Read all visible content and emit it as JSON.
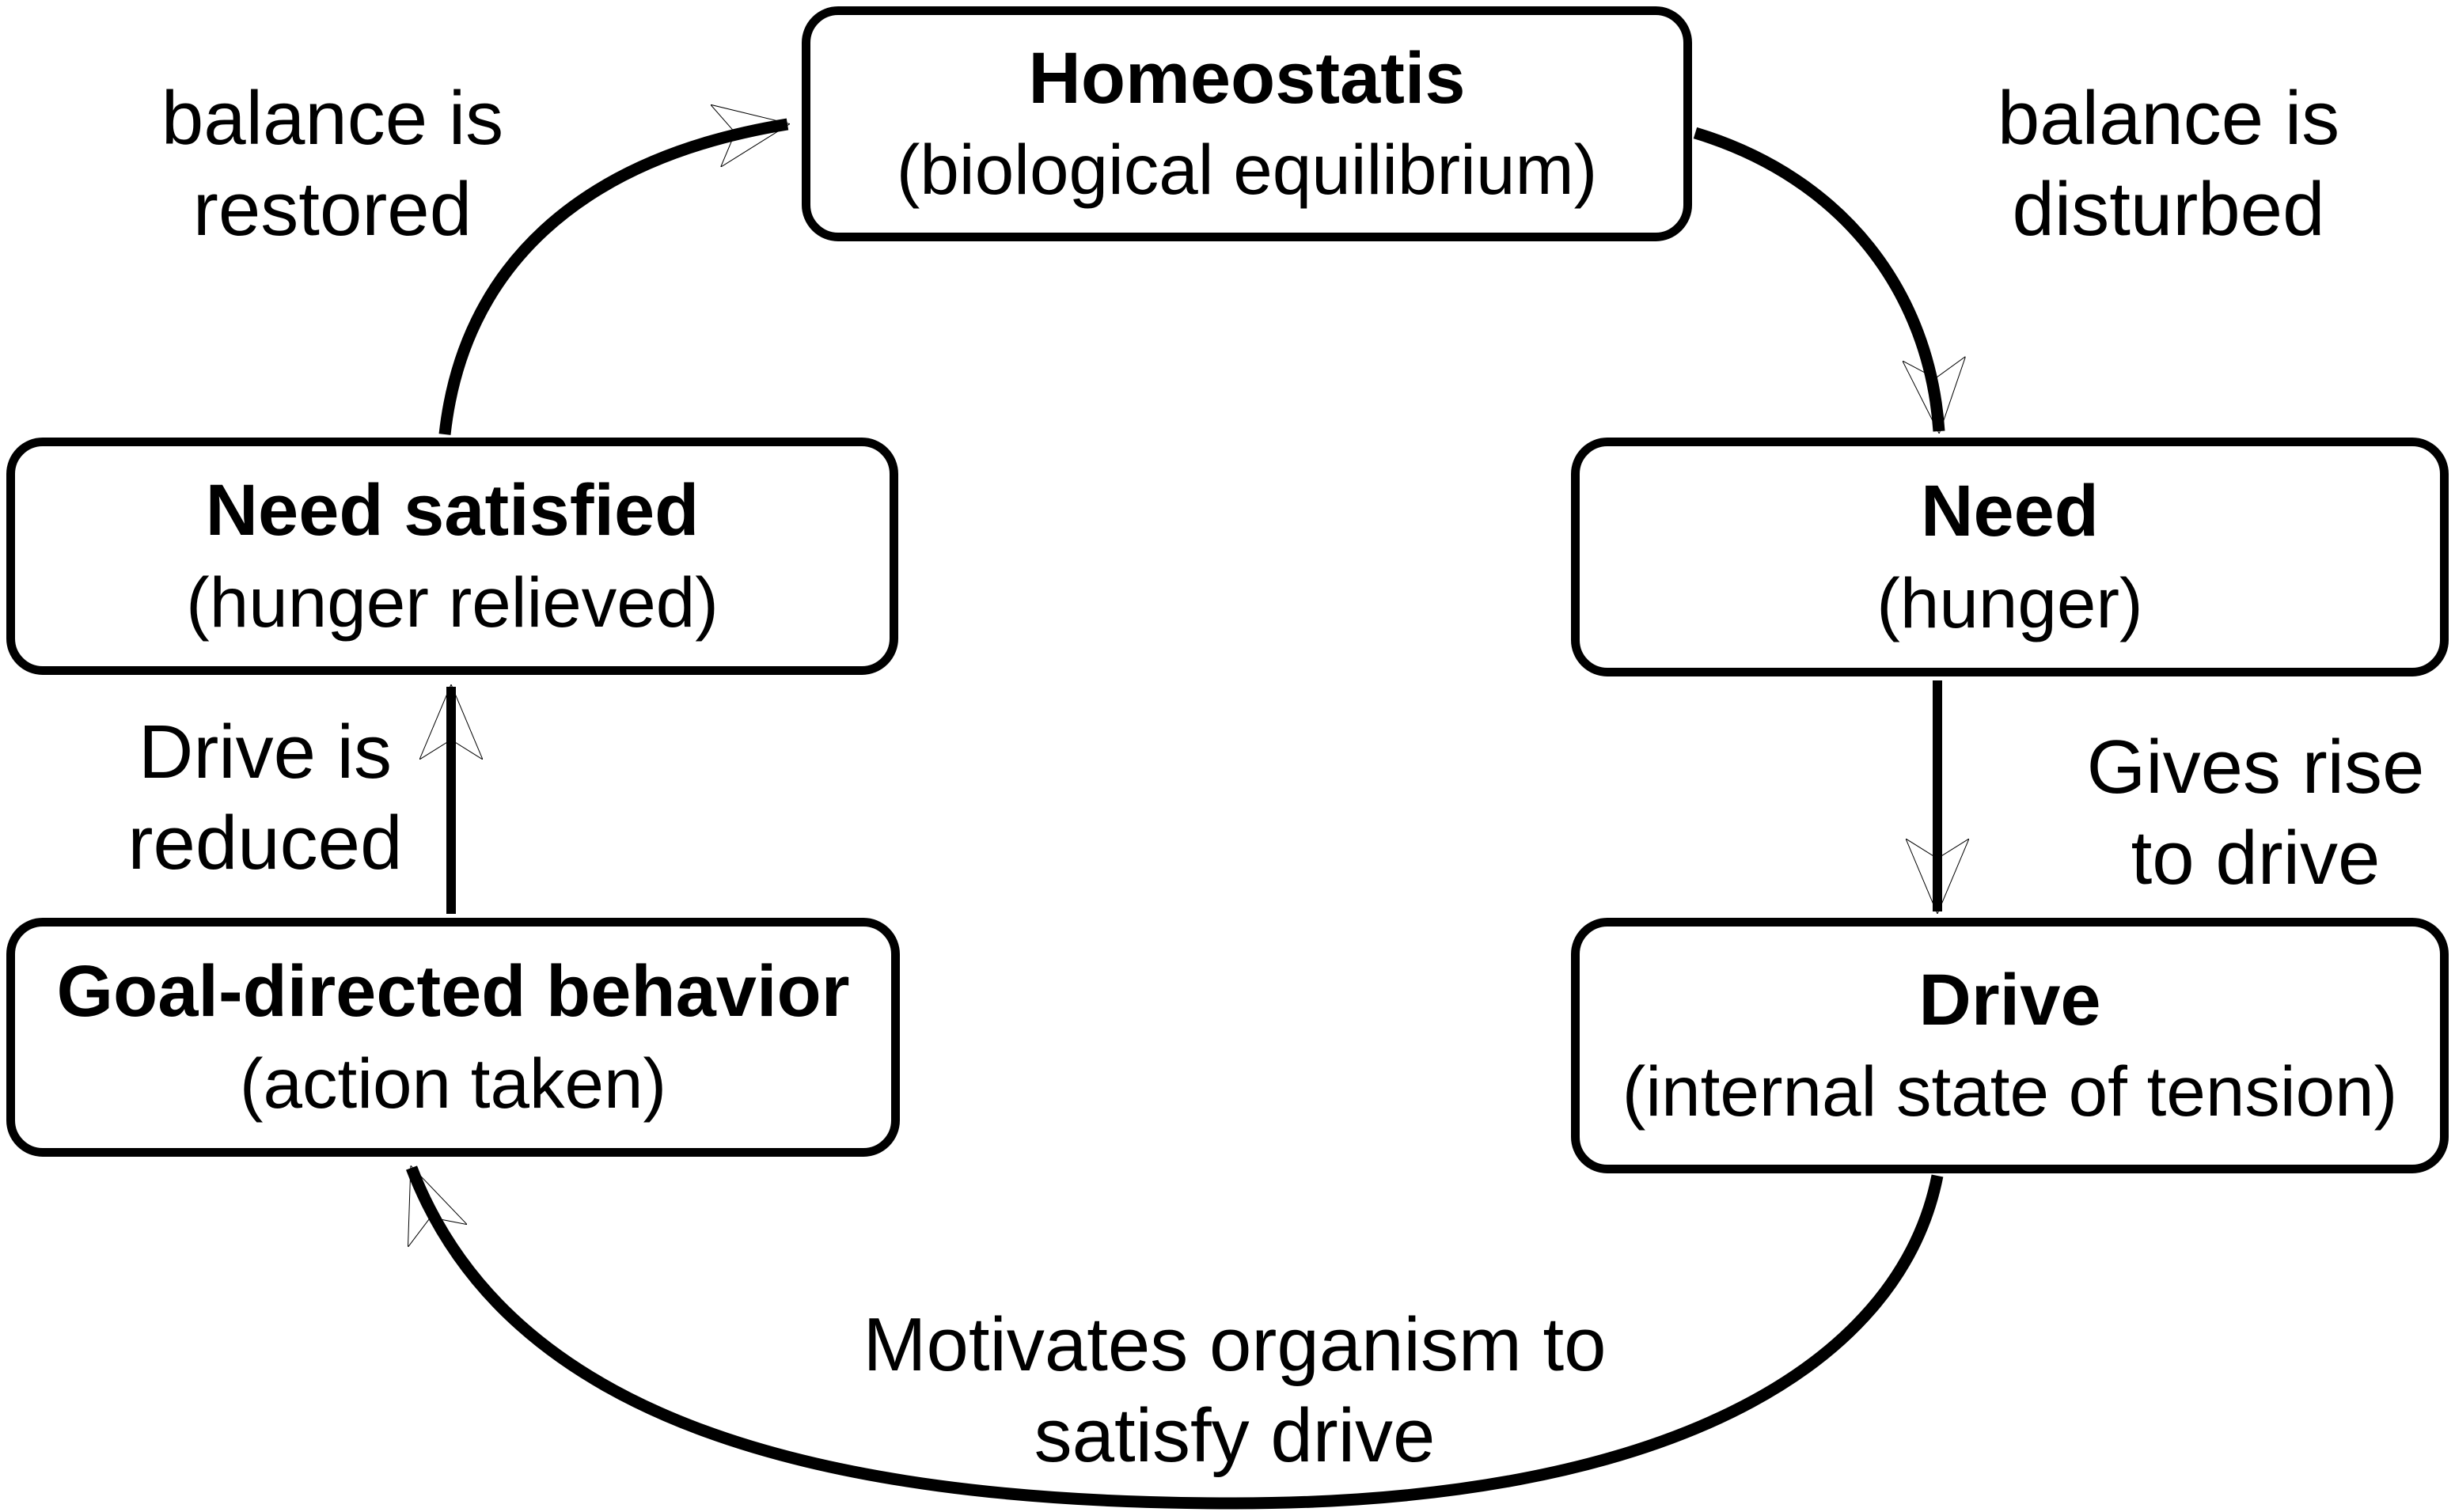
{
  "diagram": {
    "background_color": "#ffffff",
    "line_color": "#000000",
    "nodes": {
      "homeostasis": {
        "title": "Homeostatis",
        "subtitle": "(biological equilibrium)"
      },
      "need": {
        "title": "Need",
        "subtitle": "(hunger)"
      },
      "drive": {
        "title": "Drive",
        "subtitle": "(internal state of tension)"
      },
      "goal_directed_behavior": {
        "title": "Goal-directed behavior",
        "subtitle": "(action taken)"
      },
      "need_satisfied": {
        "title": "Need satisfied",
        "subtitle": "(hunger relieved)"
      }
    },
    "edges": {
      "need_satisfied_to_homeostasis": {
        "label": "balance is restored"
      },
      "homeostasis_to_need": {
        "label": "balance is disturbed"
      },
      "need_to_drive": {
        "label": "Gives rise to drive"
      },
      "drive_to_goal_directed_behavior": {
        "label": "Motivates organism to satisfy drive"
      },
      "goal_directed_behavior_to_need_satisfied": {
        "label": "Drive is reduced"
      }
    }
  }
}
